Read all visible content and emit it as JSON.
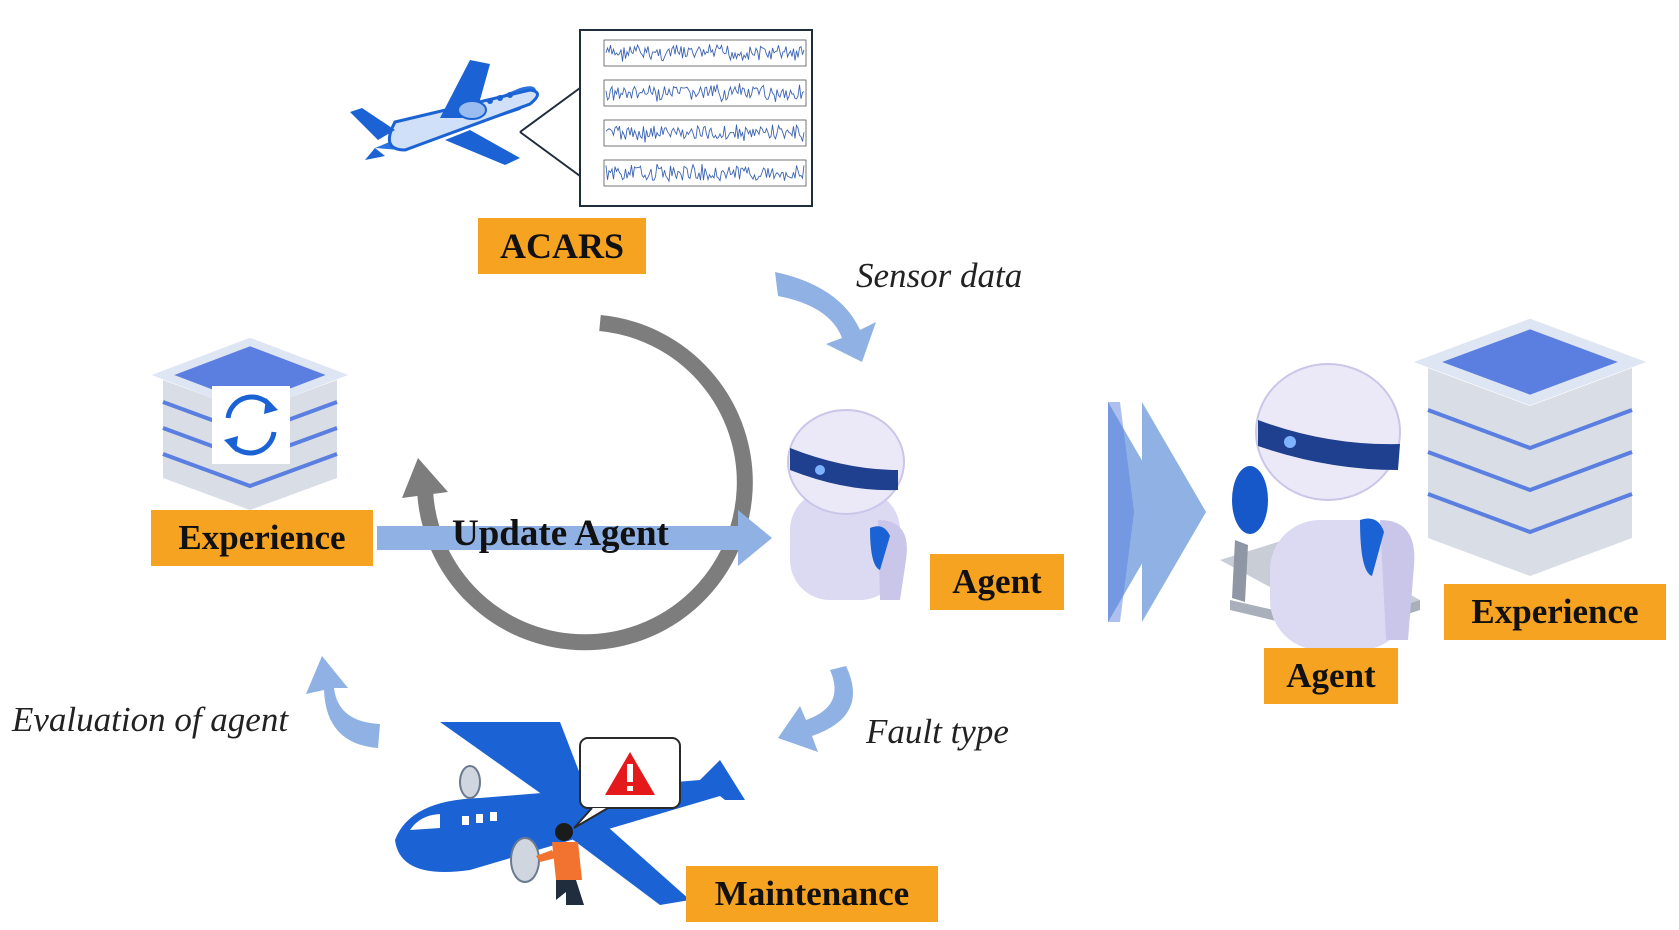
{
  "labels": {
    "acars": "ACARS",
    "experience_left": "Experience",
    "agent_center": "Agent",
    "maintenance": "Maintenance",
    "agent_right": "Agent",
    "experience_right": "Experience"
  },
  "captions": {
    "sensor_data": "Sensor data",
    "fault_type": "Fault type",
    "evaluation": "Evaluation of agent"
  },
  "update_arrow_label": "Update Agent",
  "colors": {
    "label_orange": "#f5a320",
    "arrow_blue": "#8fb1e3",
    "cycle_gray": "#7d7d7d",
    "plane_blue": "#1b63d4",
    "robot_blue": "#1657c9",
    "db_blue": "#5a7fe0",
    "warning_red": "#e3191c"
  },
  "icons": {
    "acars_plane": "airplane-icon",
    "sensor_plot": "signal-chart-icon",
    "experience_db_left": "database-sync-icon",
    "agent_robot": "robot-icon",
    "maintenance_plane": "airplane-icon",
    "warning": "warning-triangle-icon",
    "technician": "technician-icon",
    "transition": "double-chevron-icon",
    "experience_db_right": "database-icon",
    "laptop": "laptop-icon"
  }
}
